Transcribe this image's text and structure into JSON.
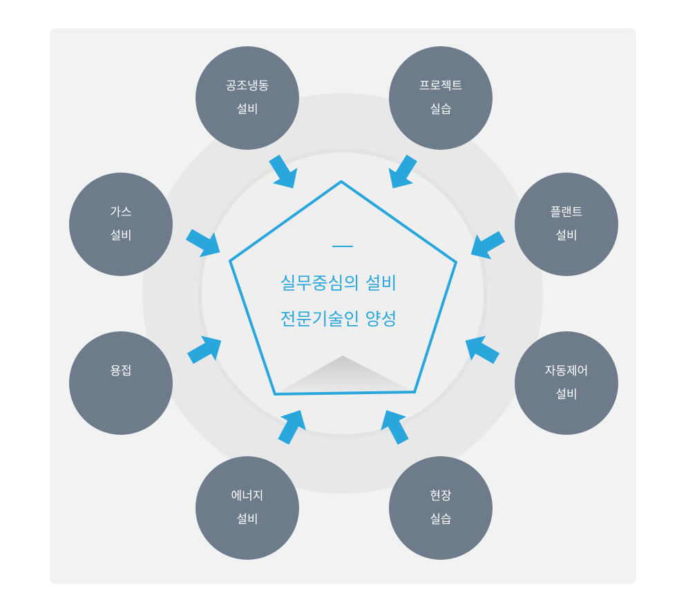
{
  "colors": {
    "panel": "#f2f2f3",
    "ring_outer": "#e8e8e9",
    "ring_mid": "#e3e3e4",
    "node": "#6e7b8b",
    "accent": "#29a7dc",
    "node_text": "#ffffff"
  },
  "center": {
    "line1": "실무중심의 설비",
    "line2": "전문기술인 양성"
  },
  "nodes": [
    {
      "id": "hvac",
      "line1": "공조냉동",
      "line2": "설비"
    },
    {
      "id": "project",
      "line1": "프로젝트",
      "line2": "실습"
    },
    {
      "id": "gas",
      "line1": "가스",
      "line2": "설비"
    },
    {
      "id": "plant",
      "line1": "플랜트",
      "line2": "설비"
    },
    {
      "id": "welding",
      "line1": "용접",
      "line2": ""
    },
    {
      "id": "automation",
      "line1": "자동제어",
      "line2": "설비"
    },
    {
      "id": "energy",
      "line1": "에너지",
      "line2": "설비"
    },
    {
      "id": "field",
      "line1": "현장",
      "line2": "실습"
    }
  ]
}
